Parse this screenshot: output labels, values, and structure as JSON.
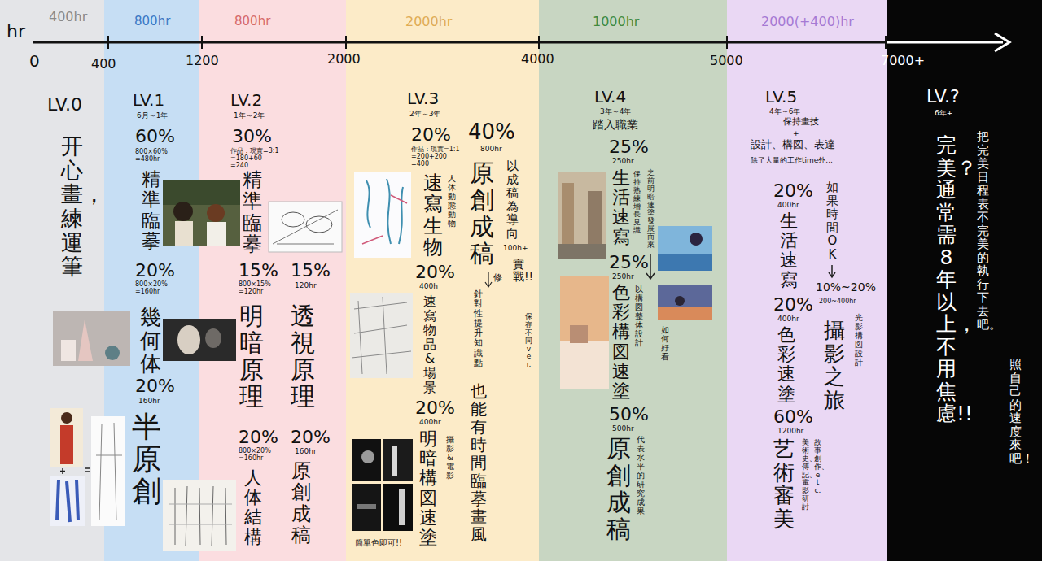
{
  "diagram": {
    "nodes": [
      {
        "text": [
          "400hr",
          "LV.0",
          "开心畫，練運筆"
        ]
      },
      {
        "text": [
          "800hr",
          "LV.1",
          "6月～1年",
          "60%",
          "800×60% =480hr",
          "精準臨摹",
          "20%",
          "800×20% =160hr",
          "幾何体",
          "20%",
          "160hr",
          "半原創"
        ]
      },
      {
        "text": [
          "800hr",
          "LV.2",
          "1年～2年",
          "30%",
          "作品：現實=3:1 =180+60 =240",
          "精準臨摹",
          "15%",
          "800×15% =120hr",
          "明暗原理",
          "15%",
          "120hr",
          "透視原理",
          "20%",
          "800×20% =160hr",
          "人体結構",
          "20%",
          "160hr",
          "原創成稿"
        ]
      },
      {
        "text": [
          "2000hr",
          "LV.3",
          "2年～3年",
          "20%",
          "作品：現實=1:1 =200+200 =400",
          "速寫生物",
          "人体動態動物",
          "20%",
          "400h",
          "速寫物品&場景",
          "20%",
          "400hr",
          "明暗構図速塗",
          "攝影&電影",
          "簡單色即可!!",
          "40%",
          "800hr",
          "原創成稿",
          "以成稿為導向",
          "100h+",
          "針對性提升知識點",
          "修",
          "實戰!!",
          "保存不同ver.",
          "也能有時間臨摹畫風"
        ]
      },
      {
        "text": [
          "1000hr",
          "LV.4",
          "3年～4年",
          "踏入職業",
          "25%",
          "250hr",
          "生活速寫",
          "保持熟練增長見識",
          "25%",
          "250hr",
          "色彩構図速塗",
          "之前明暗速塗發展而來",
          "以構図整体設計",
          "如何好看",
          "50%",
          "500hr",
          "原創成稿",
          "代表水平的研究成果"
        ]
      },
      {
        "text": [
          "2000(+400)hr",
          "LV.5",
          "4年～6年",
          "保持畫技",
          "+",
          "設計、構図、表達",
          "除了大量的工作time外...",
          "20%",
          "400hr",
          "生活速寫",
          "20%",
          "400hr",
          "色彩速塗",
          "60%",
          "1200hr",
          "艺術審美",
          "美術史、傳記、電影研討",
          "故事創作、etc.",
          "如果時間OK",
          "10%~20%",
          "200~400hr",
          "攝影之旅",
          "光影構図設計"
        ]
      },
      {
        "text": [
          "LV.?",
          "6年+",
          "完美？通常需8年以上，不用焦慮!!",
          "把完美日程表不完美的執行下去吧。",
          "照自己的速度來吧！"
        ]
      }
    ],
    "labels": [
      "hr",
      "0",
      "400",
      "1200",
      "2000",
      "4000",
      "5000",
      "7000+"
    ]
  }
}
